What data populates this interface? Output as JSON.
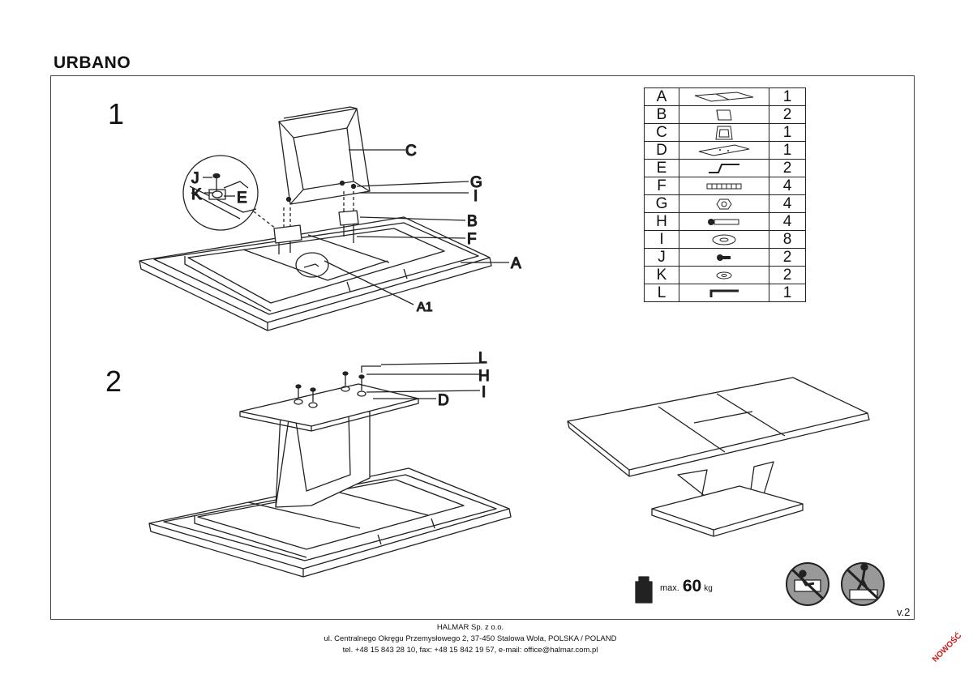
{
  "title": "URBANO",
  "steps": {
    "step1": "1",
    "step2": "2"
  },
  "callouts": {
    "C": "C",
    "J": "J",
    "K": "K",
    "E": "E",
    "G": "G",
    "I1": "I",
    "B": "B",
    "F": "F",
    "A": "A",
    "A1": "A1",
    "L": "L",
    "H": "H",
    "I2": "I",
    "D": "D"
  },
  "parts": [
    {
      "letter": "A",
      "icon": "table-top-icon",
      "qty": "1"
    },
    {
      "letter": "B",
      "icon": "block-icon",
      "qty": "2"
    },
    {
      "letter": "C",
      "icon": "leg-frame-icon",
      "qty": "1"
    },
    {
      "letter": "D",
      "icon": "plate-icon",
      "qty": "1"
    },
    {
      "letter": "E",
      "icon": "bracket-icon",
      "qty": "2"
    },
    {
      "letter": "F",
      "icon": "threaded-rod-icon",
      "qty": "4"
    },
    {
      "letter": "G",
      "icon": "nut-icon",
      "qty": "4"
    },
    {
      "letter": "H",
      "icon": "bolt-icon",
      "qty": "4"
    },
    {
      "letter": "I",
      "icon": "washer-icon",
      "qty": "8"
    },
    {
      "letter": "J",
      "icon": "screw-icon",
      "qty": "2"
    },
    {
      "letter": "K",
      "icon": "small-washer-icon",
      "qty": "2"
    },
    {
      "letter": "L",
      "icon": "allen-key-icon",
      "qty": "1"
    }
  ],
  "weight": {
    "prefix": "max.",
    "value": "60",
    "unit": "kg"
  },
  "version": "v.2",
  "footer": {
    "line1": "HALMAR Sp. z o.o.",
    "line2": "ul. Centralnego Okręgu Przemysłowego 2, 37-450 Stalowa Wola, POLSKA / POLAND",
    "line3": "tel. +48 15 843 28 10, fax: +48 15 842 19 57, e-mail: office@halmar.com.pl"
  },
  "badge": "NOWOŚĆ"
}
